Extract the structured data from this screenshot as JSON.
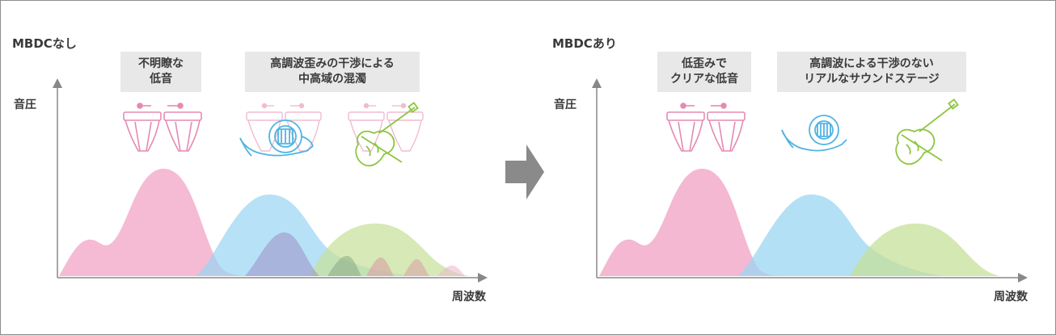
{
  "panels": [
    {
      "id": "without",
      "title": "MBDCなし",
      "labels": [
        {
          "lines": [
            "不明瞭な",
            "低音"
          ]
        },
        {
          "lines": [
            "高調波歪みの干渉による",
            "中高域の混濁"
          ]
        }
      ],
      "y_axis_label": "音圧",
      "x_axis_label": "周波数",
      "instruments": [
        "timpani-icon",
        "horn-icon",
        "violin-icon"
      ]
    },
    {
      "id": "with",
      "title": "MBDCあり",
      "labels": [
        {
          "lines": [
            "低歪みで",
            "クリアな低音"
          ]
        },
        {
          "lines": [
            "高調波による干渉のない",
            "リアルなサウンドステージ"
          ]
        }
      ],
      "y_axis_label": "音圧",
      "x_axis_label": "周波数",
      "instruments": [
        "timpani-icon",
        "horn-icon",
        "violin-icon"
      ]
    }
  ],
  "colors": {
    "low": "#f2a8c8",
    "mid": "#9bd6f2",
    "high": "#c6e09a",
    "timpani": "#e58ab2",
    "horn": "#4fb4e2",
    "violin": "#8cc63e",
    "arrow": "#8a8a8a",
    "axis": "#888888"
  }
}
